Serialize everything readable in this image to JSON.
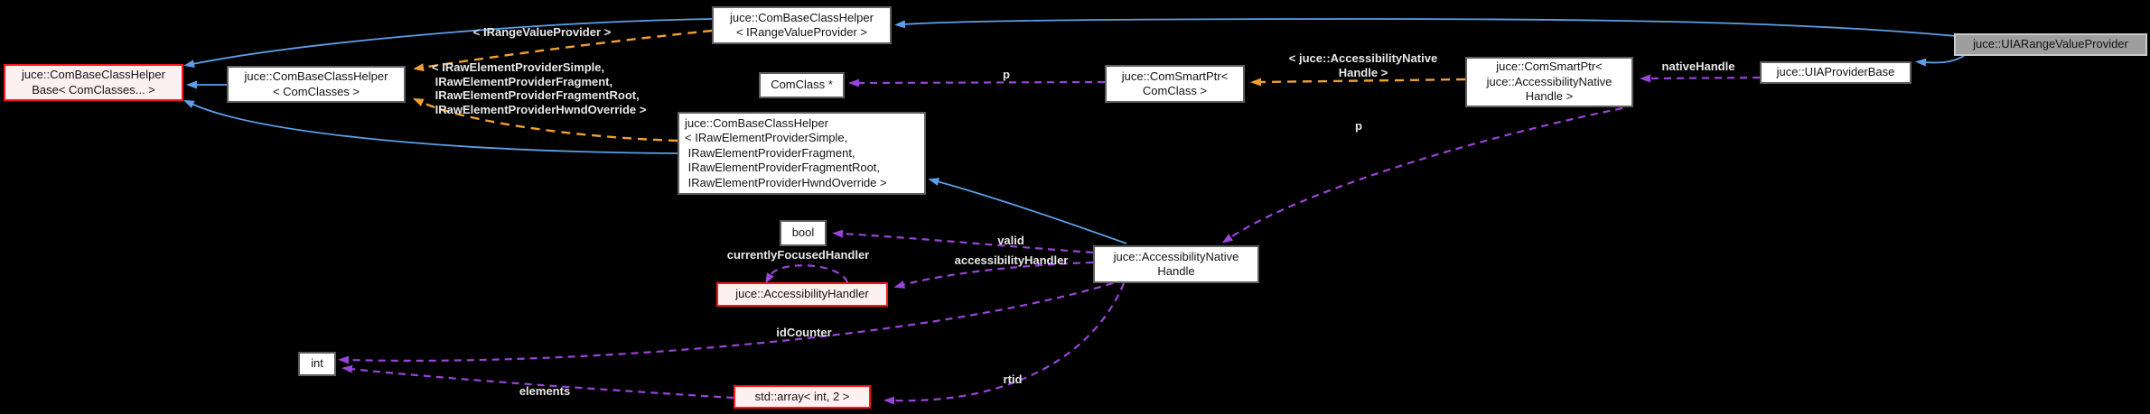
{
  "diagram": {
    "type": "doxygen-collaboration-graph",
    "background": "#000000",
    "colors": {
      "inheritance_edge": "#5c9fe8",
      "template_edge": "#efa035",
      "usage_edge": "#9b44d8",
      "edge_label_text": "#e8e8e8",
      "node_fill": "#ffffff",
      "node_border": "#5e5e5e",
      "truncated_node_fill": "#fdf0f0",
      "truncated_node_border": "#ff1616",
      "current_node_fill": "#9e9e9e"
    }
  },
  "nodes": {
    "com_base_class_helper_base": {
      "label": "juce::ComBaseClassHelper\nBase< ComClasses... >"
    },
    "com_base_class_helper_comclasses": {
      "label": "juce::ComBaseClassHelper\n< ComClasses >"
    },
    "com_base_class_helper_irangevalueprovider": {
      "label": "juce::ComBaseClassHelper\n< IRangeValueProvider >"
    },
    "comclass_ptr": {
      "label": "ComClass *"
    },
    "com_base_class_helper_iraw": {
      "label": "juce::ComBaseClassHelper\n< IRawElementProviderSimple,\n IRawElementProviderFragment,\n IRawElementProviderFragmentRoot,\n IRawElementProviderHwndOverride >"
    },
    "bool_type": {
      "label": "bool"
    },
    "com_smart_ptr_comclass": {
      "label": "juce::ComSmartPtr<\nComClass >"
    },
    "com_smart_ptr_accessibility_native_handle": {
      "label": "juce::ComSmartPtr<\njuce::AccessibilityNative\nHandle >"
    },
    "uia_provider_base": {
      "label": "juce::UIAProviderBase"
    },
    "uia_range_value_provider": {
      "label": "juce::UIARangeValueProvider"
    },
    "accessibility_native_handle": {
      "label": "juce::AccessibilityNative\nHandle"
    },
    "accessibility_handler": {
      "label": "juce::AccessibilityHandler"
    },
    "int_type": {
      "label": "int"
    },
    "std_array_int_2": {
      "label": "std::array< int, 2 >"
    }
  },
  "edge_labels": {
    "irangevalueprovider": "< IRangeValueProvider >",
    "iraw": "< IRawElementProviderSimple,\n IRawElementProviderFragment,\n IRawElementProviderFragmentRoot,\n IRawElementProviderHwndOverride >",
    "p1": "p",
    "p2": "p",
    "template_handle": "< juce::AccessibilityNative\nHandle >",
    "native_handle": "nativeHandle",
    "valid": "valid",
    "accessibility_handler": "accessibilityHandler",
    "currently_focused_handler": "currentlyFocusedHandler",
    "id_counter": "idCounter",
    "elements": "elements",
    "rtid": "rtid"
  }
}
